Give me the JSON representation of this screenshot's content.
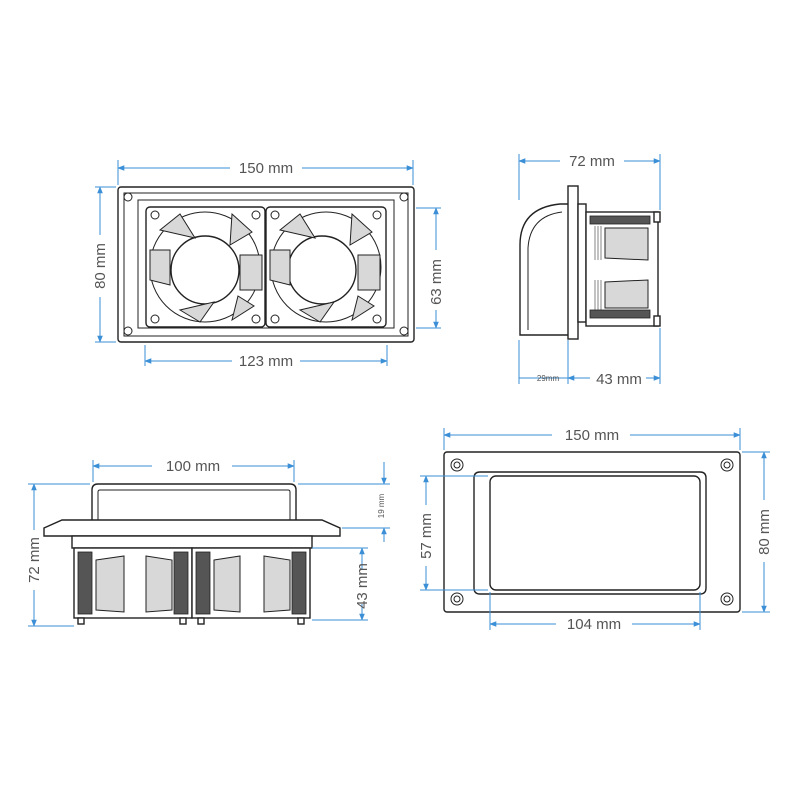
{
  "colors": {
    "dimension_line": "#3b8fd6",
    "outline": "#222222",
    "text": "#555555"
  },
  "views": {
    "front": {
      "width": "150 mm",
      "height": "80 mm",
      "inner_width": "123 mm",
      "inner_height": "63 mm"
    },
    "side": {
      "depth": "72 mm",
      "flange": "29mm",
      "body": "43 mm"
    },
    "bottom": {
      "bracket_width": "100 mm",
      "total_height": "72 mm",
      "bracket_height": "19 mm",
      "body_height": "43 mm"
    },
    "back": {
      "width": "150 mm",
      "height": "80 mm",
      "window_width": "104 mm",
      "window_height": "57 mm"
    }
  }
}
